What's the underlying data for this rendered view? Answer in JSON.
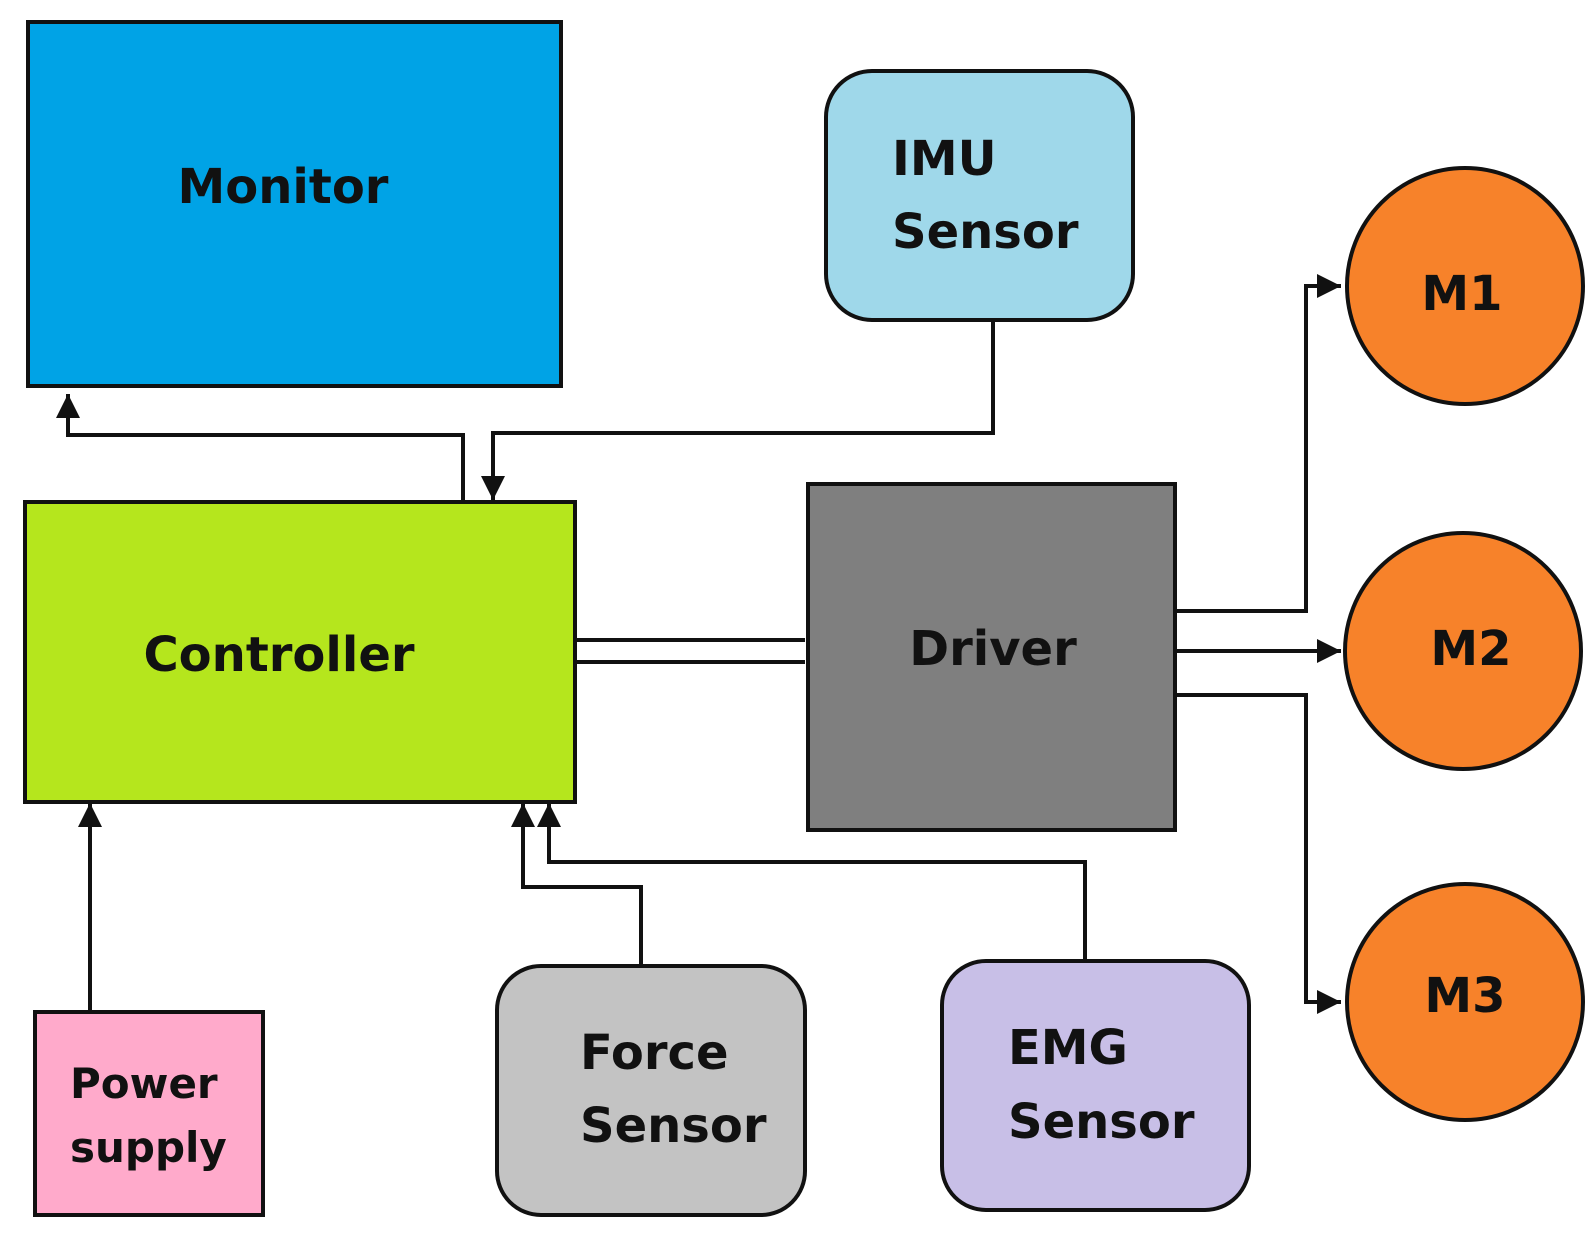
{
  "colors": {
    "monitor": "#00a3e6",
    "imu": "#9fd8ea",
    "controller": "#b5e61d",
    "driver": "#7f7f7f",
    "motor": "#f7822a",
    "power": "#ffaacb",
    "force": "#c3c3c3",
    "emg": "#c8bfe7",
    "stroke": "#111111"
  },
  "blocks": {
    "monitor": "Monitor",
    "imu": [
      "IMU",
      "Sensor"
    ],
    "controller": "Controller",
    "driver": "Driver",
    "m1": "M1",
    "m2": "M2",
    "m3": "M3",
    "power": [
      "Power",
      "supply"
    ],
    "force": [
      "Force",
      "Sensor"
    ],
    "emg": [
      "EMG",
      "Sensor"
    ]
  },
  "connections": [
    {
      "from": "controller",
      "to": "monitor"
    },
    {
      "from": "imu",
      "to": "controller"
    },
    {
      "from": "controller",
      "to": "driver"
    },
    {
      "from": "driver",
      "to": "m1"
    },
    {
      "from": "driver",
      "to": "m2"
    },
    {
      "from": "driver",
      "to": "m3"
    },
    {
      "from": "power",
      "to": "controller"
    },
    {
      "from": "force",
      "to": "controller"
    },
    {
      "from": "emg",
      "to": "controller"
    }
  ]
}
